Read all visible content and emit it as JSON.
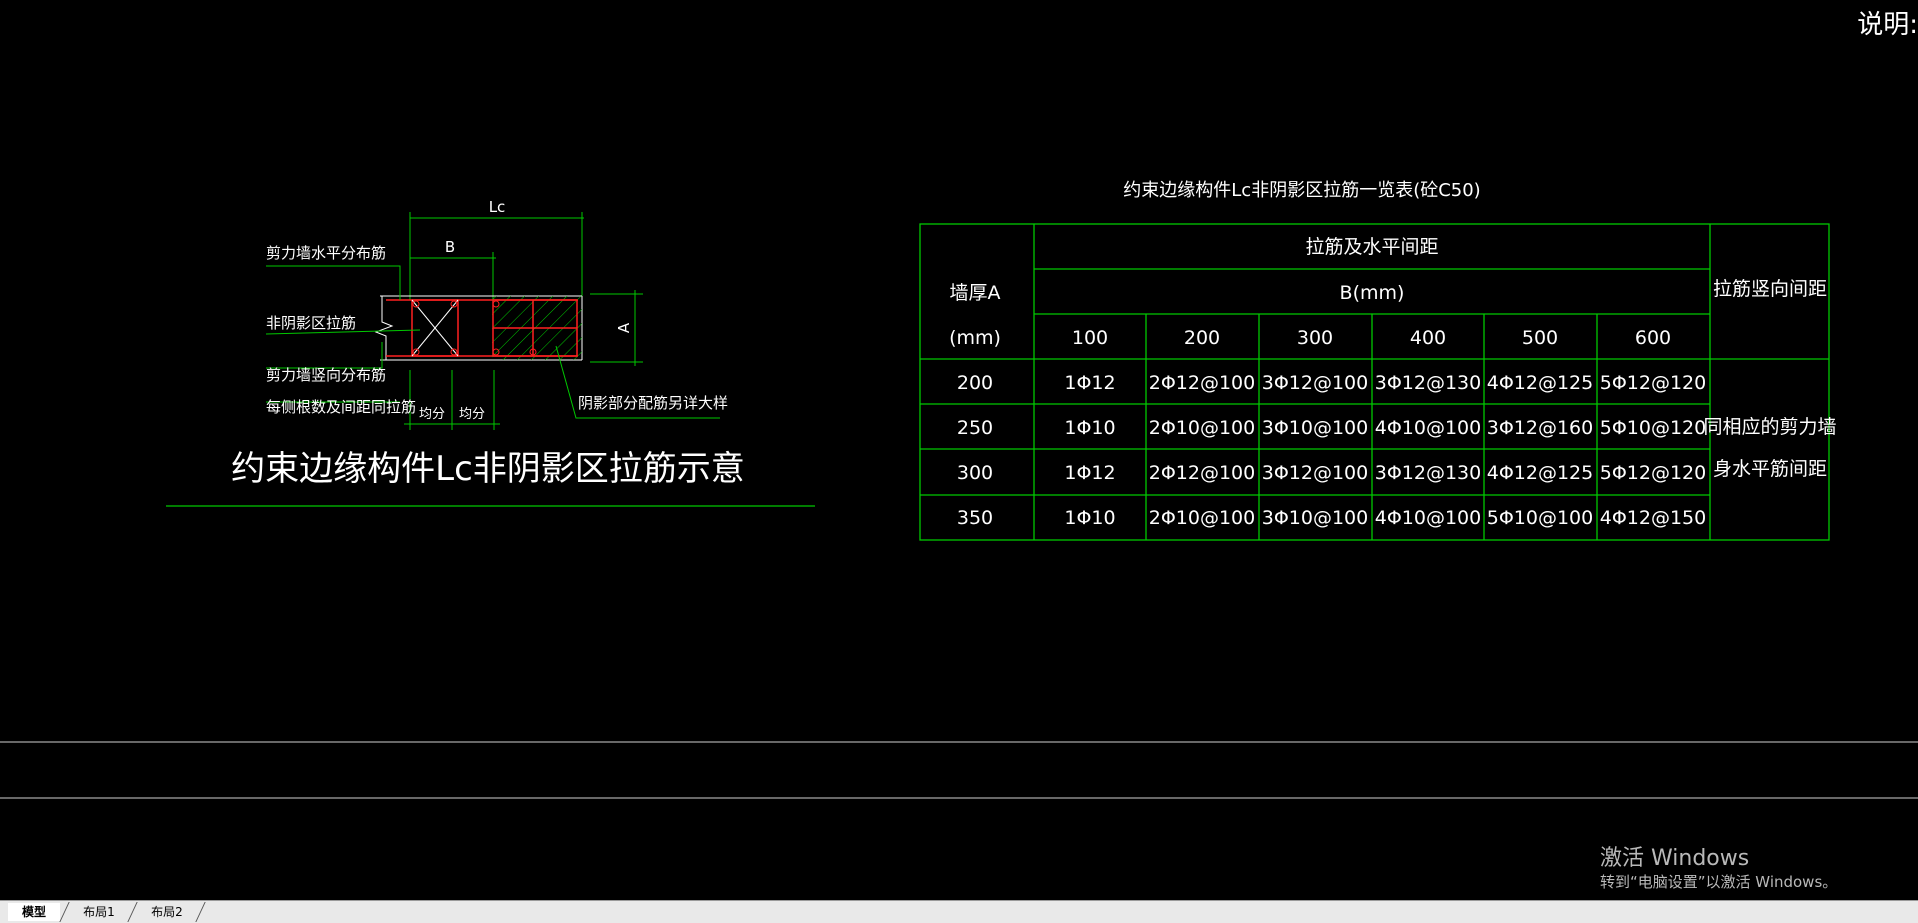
{
  "corner_label": "说明:",
  "diagram": {
    "title": "约束边缘构件Lc非阴影区拉筋示意",
    "dim_lc": "Lc",
    "dim_b": "B",
    "dim_a": "A",
    "label_horizontal": "剪力墙水平分布筋",
    "label_nonshadow": "非阴影区拉筋",
    "label_vertical": "剪力墙竖向分布筋",
    "label_each_side": "每侧根数及间距同拉筋",
    "label_even1": "均分",
    "label_even2": "均分",
    "label_shadow": "阴影部分配筋另详大样"
  },
  "table": {
    "title": "约束边缘构件Lc非阴影区拉筋一览表(砼C50)",
    "col_wall_line1": "墙厚A",
    "col_wall_line2": "(mm)",
    "col_group": "拉筋及水平间距",
    "col_b": "B(mm)",
    "col_vertical": "拉筋竖向间距",
    "b_values": [
      "100",
      "200",
      "300",
      "400",
      "500",
      "600"
    ],
    "rows": [
      {
        "a": "200",
        "cells": [
          "1Φ12",
          "2Φ12@100",
          "3Φ12@100",
          "3Φ12@130",
          "4Φ12@125",
          "5Φ12@120"
        ]
      },
      {
        "a": "250",
        "cells": [
          "1Φ10",
          "2Φ10@100",
          "3Φ10@100",
          "4Φ10@100",
          "3Φ12@160",
          "5Φ10@120"
        ]
      },
      {
        "a": "300",
        "cells": [
          "1Φ12",
          "2Φ12@100",
          "3Φ12@100",
          "3Φ12@130",
          "4Φ12@125",
          "5Φ12@120"
        ]
      },
      {
        "a": "350",
        "cells": [
          "1Φ10",
          "2Φ10@100",
          "3Φ10@100",
          "4Φ10@100",
          "5Φ10@100",
          "4Φ12@150"
        ]
      }
    ],
    "vertical_note_line1": "同相应的剪力墙",
    "vertical_note_line2": "身水平筋间距"
  },
  "watermark": {
    "title": "激活 Windows",
    "subtitle": "转到“电脑设置”以激活 Windows。"
  },
  "tabs": [
    {
      "label": "模型",
      "active": true
    },
    {
      "label": "布局1",
      "active": false
    },
    {
      "label": "布局2",
      "active": false
    }
  ],
  "colors": {
    "background": "#000000",
    "table_lines": "#00c800",
    "rebar": "#ff2020",
    "hatch": "#00c800"
  }
}
